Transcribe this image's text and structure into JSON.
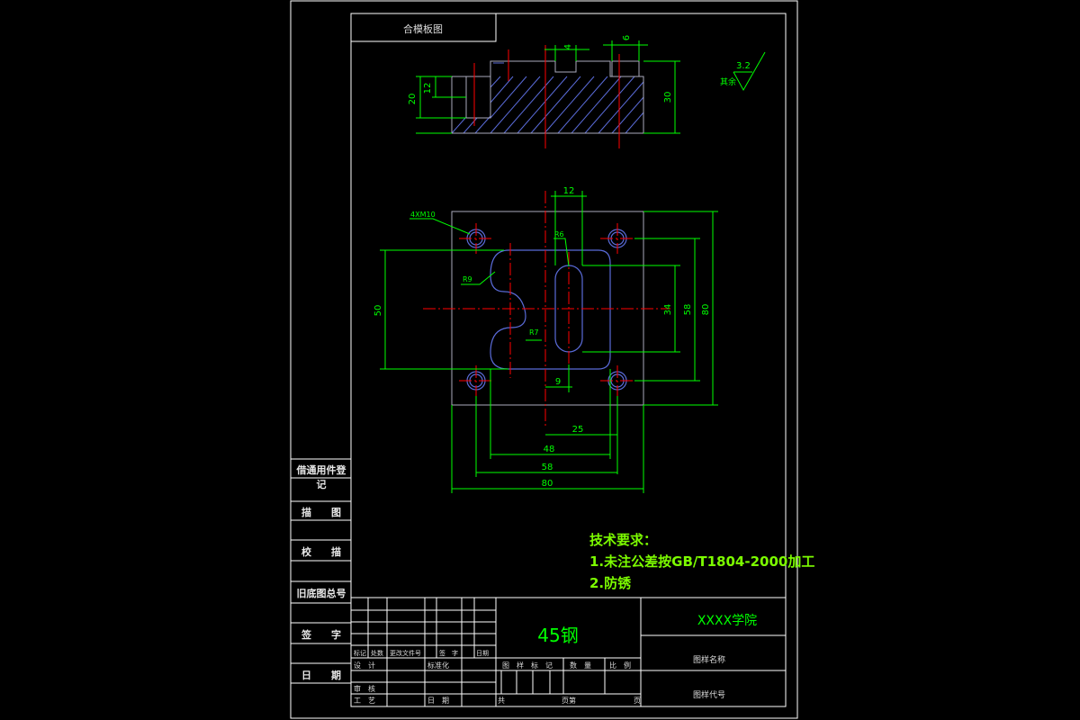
{
  "header_tab": "合模板图",
  "roughness": {
    "value": "3.2",
    "label": "其余"
  },
  "section_view": {
    "dims": {
      "hole_depth": "12",
      "block_height_left": "20",
      "block_height_right": "30",
      "slot_width": "4",
      "step_width": "6"
    }
  },
  "plan_view": {
    "dims": {
      "top_width": "12",
      "hole_callout": "4XM10",
      "radius_top": "R6",
      "radius_left": "R9",
      "radius_mid": "R7",
      "height_50": "50",
      "height_34": "34",
      "height_58": "58",
      "height_80": "80",
      "width_9": "9",
      "width_25": "25",
      "width_48": "48",
      "width_58": "58",
      "width_80": "80"
    }
  },
  "tech_requirements": {
    "title": "技术要求：",
    "line1": "1.未注公差按GB/T1804-2000加工",
    "line2": "2.防锈"
  },
  "left_panel": {
    "labels": [
      "借通用件登记",
      "描　　图",
      "校　　描",
      "旧底图总号",
      "签　　字",
      "日　　期"
    ]
  },
  "title_block": {
    "material": "45钢",
    "school": "XXXX学院",
    "drawing_name_label": "图样名称",
    "drawing_code_label": "图样代号",
    "rev_headers": [
      "标记",
      "处数",
      "更改文件号",
      "签　字",
      "日期"
    ],
    "design": "设　计",
    "standardize": "标准化",
    "review": "审　核",
    "process": "工　艺",
    "date": "日　期",
    "stage_headers": [
      "图　样　标　记",
      "数　量",
      "比　例"
    ],
    "sheet_total": "共",
    "sheet_no": "页第",
    "sheet_end": "页"
  },
  "colors": {
    "frame": "#ffffff",
    "dim": "#00ff00",
    "center": "#ff0000",
    "outline": "#5a6bd8",
    "text": "#ffffff"
  }
}
